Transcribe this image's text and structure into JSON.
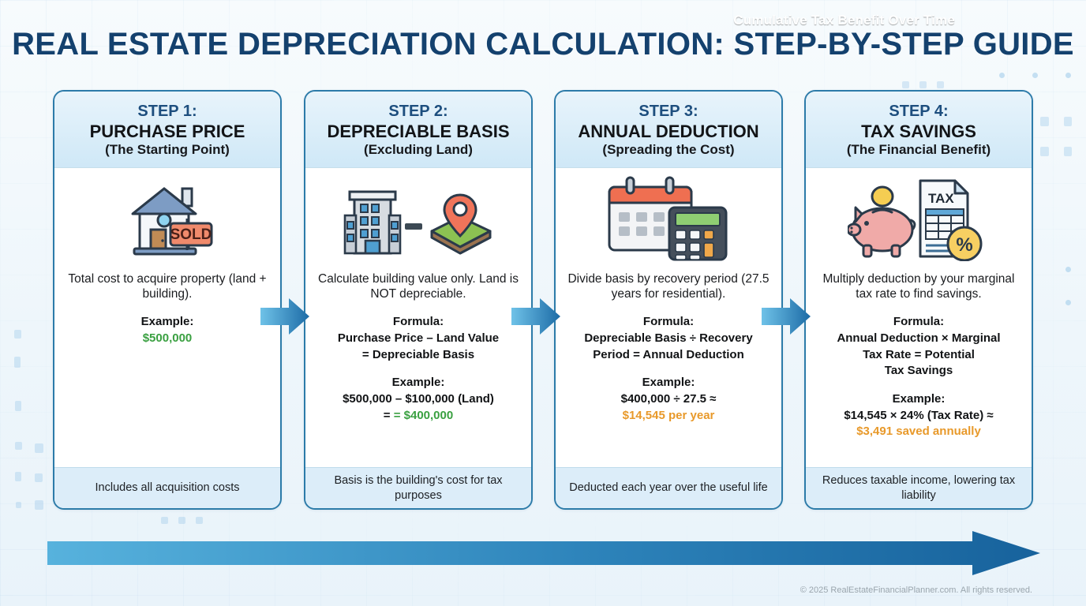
{
  "title": "REAL ESTATE DEPRECIATION CALCULATION: STEP-BY-STEP GUIDE",
  "colors": {
    "title": "#14416e",
    "card_border": "#2c7ba9",
    "header_gradient_top": "#e8f4fb",
    "header_gradient_bottom": "#cfe8f7",
    "footer_bg": "#dcedf9",
    "green_value": "#3aa041",
    "orange_value": "#e8992a",
    "banner_light": "#46a8d8",
    "banner_dark": "#1d6ca8",
    "background": "#f2f8fc"
  },
  "cards": [
    {
      "step_num": "STEP 1:",
      "step_name": "PURCHASE PRICE",
      "step_sub": "(The Starting Point)",
      "icon": "house-sold-icon",
      "icon_label": "SOLD",
      "desc": "Total cost to acquire property (land + building).",
      "formula_label": "",
      "formula_lines": [],
      "example_label": "Example:",
      "example_lines": [
        "$500,000"
      ],
      "example_highlight": "green",
      "footer": "Includes all acquisition costs"
    },
    {
      "step_num": "STEP 2:",
      "step_name": "DEPRECIABLE BASIS",
      "step_sub": "(Excluding Land)",
      "icon": "building-minus-land-icon",
      "icon_label": "",
      "desc": "Calculate building value only. Land is NOT depreciable.",
      "formula_label": "Formula:",
      "formula_lines": [
        "Purchase Price – Land Value",
        "= Depreciable Basis"
      ],
      "example_label": "Example:",
      "example_lines": [
        "$500,000 – $100,000 (Land)",
        "= $400,000"
      ],
      "example_highlight": "green",
      "footer": "Basis is the building's cost for tax purposes"
    },
    {
      "step_num": "STEP 3:",
      "step_name": "ANNUAL DEDUCTION",
      "step_sub": "(Spreading the Cost)",
      "icon": "calendar-calculator-icon",
      "icon_label": "",
      "desc": "Divide basis by recovery period (27.5 years for residential).",
      "formula_label": "Formula:",
      "formula_lines": [
        "Depreciable Basis ÷ Recovery",
        "Period = Annual Deduction"
      ],
      "example_label": "Example:",
      "example_lines": [
        "$400,000 ÷ 27.5 ≈",
        "$14,545 per year"
      ],
      "example_highlight": "orange",
      "footer": "Deducted each year over the useful life"
    },
    {
      "step_num": "STEP 4:",
      "step_name": "TAX SAVINGS",
      "step_sub": "(The Financial Benefit)",
      "icon": "piggybank-taxform-icon",
      "icon_label": "TAX",
      "desc": "Multiply deduction by your marginal tax rate to find savings.",
      "formula_label": "Formula:",
      "formula_lines": [
        "Annual Deduction × Marginal",
        "Tax Rate = Potential",
        "Tax Savings"
      ],
      "example_label": "Example:",
      "example_lines": [
        "$14,545 × 24% (Tax Rate) ≈",
        "$3,491 saved annually"
      ],
      "example_highlight": "orange",
      "footer": "Reduces taxable income, lowering tax liability"
    }
  ],
  "banner": {
    "text": "Cumulative Tax Benefit Over Time"
  },
  "copyright": "© 2025 RealEstateFinancialPlanner.com. All rights reserved."
}
